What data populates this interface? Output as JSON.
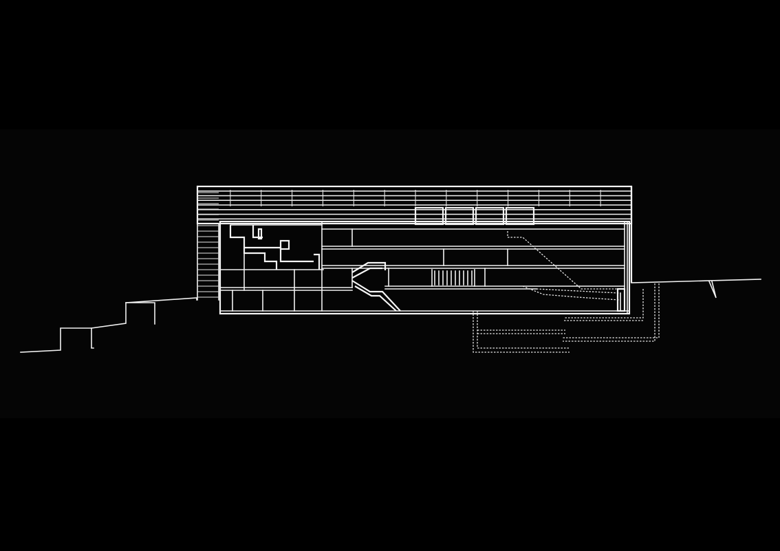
{
  "drawing": {
    "background_color": "#000000",
    "panel_color": "#050505",
    "line_color": "#f2f2f2",
    "roof_slats": 7,
    "roof_cells": 14,
    "stair_treads": 10,
    "foundation_runners": 3
  }
}
